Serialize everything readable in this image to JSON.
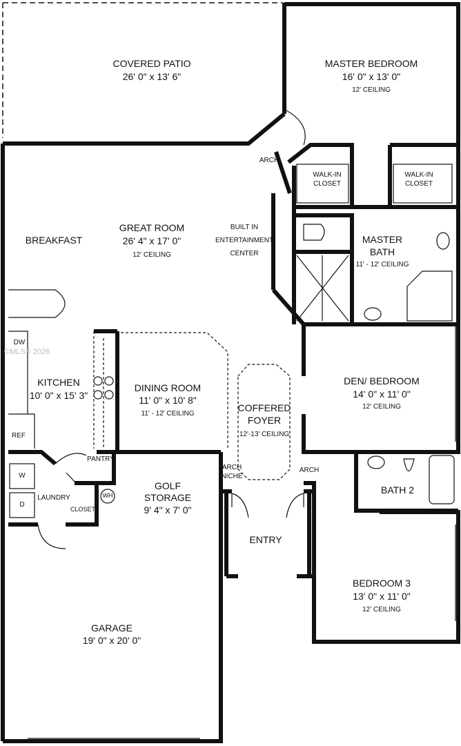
{
  "watermark": "©MLS® 2026",
  "rooms": {
    "covered_patio": {
      "name": "COVERED PATIO",
      "dims": "26' 0\" x 13' 6\""
    },
    "master_bedroom": {
      "name": "MASTER BEDROOM",
      "dims": "16' 0\" x 13' 0\"",
      "ceiling": "12' CEILING"
    },
    "arch_top": {
      "name": "ARCH"
    },
    "walk_in_closet_left": {
      "line1": "WALK-IN",
      "line2": "CLOSET"
    },
    "walk_in_closet_right": {
      "line1": "WALK-IN",
      "line2": "CLOSET"
    },
    "breakfast": {
      "name": "BREAKFAST"
    },
    "great_room": {
      "name": "GREAT ROOM",
      "dims": "26' 4\" x 17' 0\"",
      "ceiling": "12' CEILING"
    },
    "entertainment": {
      "line1": "BUILT IN",
      "line2": "ENTERTAINMENT",
      "line3": "CENTER"
    },
    "master_bath": {
      "line1": "MASTER",
      "line2": "BATH",
      "ceiling": "11' - 12' CEILING"
    },
    "dw": {
      "name": "DW"
    },
    "kitchen": {
      "name": "KITCHEN",
      "dims": "10' 0\" x 15' 3\""
    },
    "dining_room": {
      "name": "DINING ROOM",
      "dims": "11' 0\" x 10' 8\"",
      "ceiling": "11' - 12' CEILING"
    },
    "coffered_foyer": {
      "line1": "COFFERED",
      "line2": "FOYER",
      "ceiling": "12'-13' CEILING"
    },
    "den_bedroom": {
      "name": "DEN/ BEDROOM",
      "dims": "14' 0\" x 11' 0\"",
      "ceiling": "12' CEILING"
    },
    "ref": {
      "name": "REF"
    },
    "pantry": {
      "name": "PANTRY"
    },
    "arch_niche": {
      "line1": "ARCH",
      "line2": "NICHE"
    },
    "arch_right": {
      "name": "ARCH"
    },
    "washer": {
      "name": "W"
    },
    "dryer": {
      "name": "D"
    },
    "laundry": {
      "name": "LAUNDRY"
    },
    "closet": {
      "name": "CLOSET"
    },
    "water_heater": {
      "name": "WH"
    },
    "golf_storage": {
      "line1": "GOLF",
      "line2": "STORAGE",
      "dims": "9' 4\" x 7' 0\""
    },
    "bath2": {
      "name": "BATH 2"
    },
    "entry": {
      "name": "ENTRY"
    },
    "bedroom3": {
      "name": "BEDROOM 3",
      "dims": "13' 0\" x 11' 0\"",
      "ceiling": "12' CEILING"
    },
    "garage": {
      "name": "GARAGE",
      "dims": "19' 0\" x 20' 0\""
    }
  }
}
